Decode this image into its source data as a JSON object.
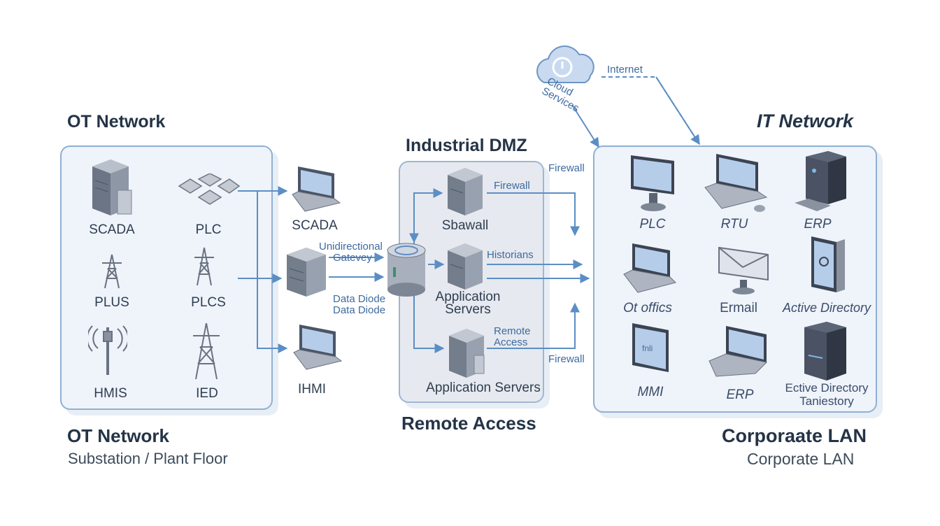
{
  "headings": {
    "ot_top": "OT Network",
    "dmz_top": "Industrial DMZ",
    "it_top": "IT Network",
    "ot_bottom": "OT Network",
    "ot_bottom_sub": "Substation / Plant Floor",
    "dmz_bottom": "Remote Access",
    "it_bottom": "Corporaate LAN",
    "it_bottom_sub": "Corporate LAN"
  },
  "cloud": {
    "label_line1": "Cloud",
    "label_line2": "Services",
    "internet": "Internet"
  },
  "ot_devices": [
    "SCADA",
    "PLC",
    "PLUS",
    "PLCS",
    "HMIS",
    "IED"
  ],
  "bridge_devices": [
    "SCADA",
    "IHMI"
  ],
  "bridge_labels": {
    "unidirectional_1": "Unidirectional",
    "unidirectional_2": "Gatevey",
    "diode_1": "Data Diode",
    "diode_2": "Data Diode"
  },
  "dmz": {
    "server1": "Sbawall",
    "server2_1": "Application",
    "server2_2": "Servers",
    "server3": "Application Servers",
    "flow_firewall": "Firewall",
    "flow_historians": "Historians",
    "flow_remote_1": "Remote",
    "flow_remote_2": "Access",
    "firewall_top": "Firewall",
    "firewall_bottom": "Firewall"
  },
  "it_devices": {
    "r1": [
      "PLC",
      "RTU",
      "ERP"
    ],
    "r2": [
      "Ot offics",
      "Ermail",
      "Active Directory"
    ],
    "r3": [
      "MMI",
      "ERP"
    ],
    "r3_last_1": "Ective Directory",
    "r3_last_2": "Taniestory",
    "monitor_text": "fnli"
  },
  "colors": {
    "zone_border": "#8fb0d4",
    "arrow": "#5b8ec4",
    "title": "#243447"
  }
}
